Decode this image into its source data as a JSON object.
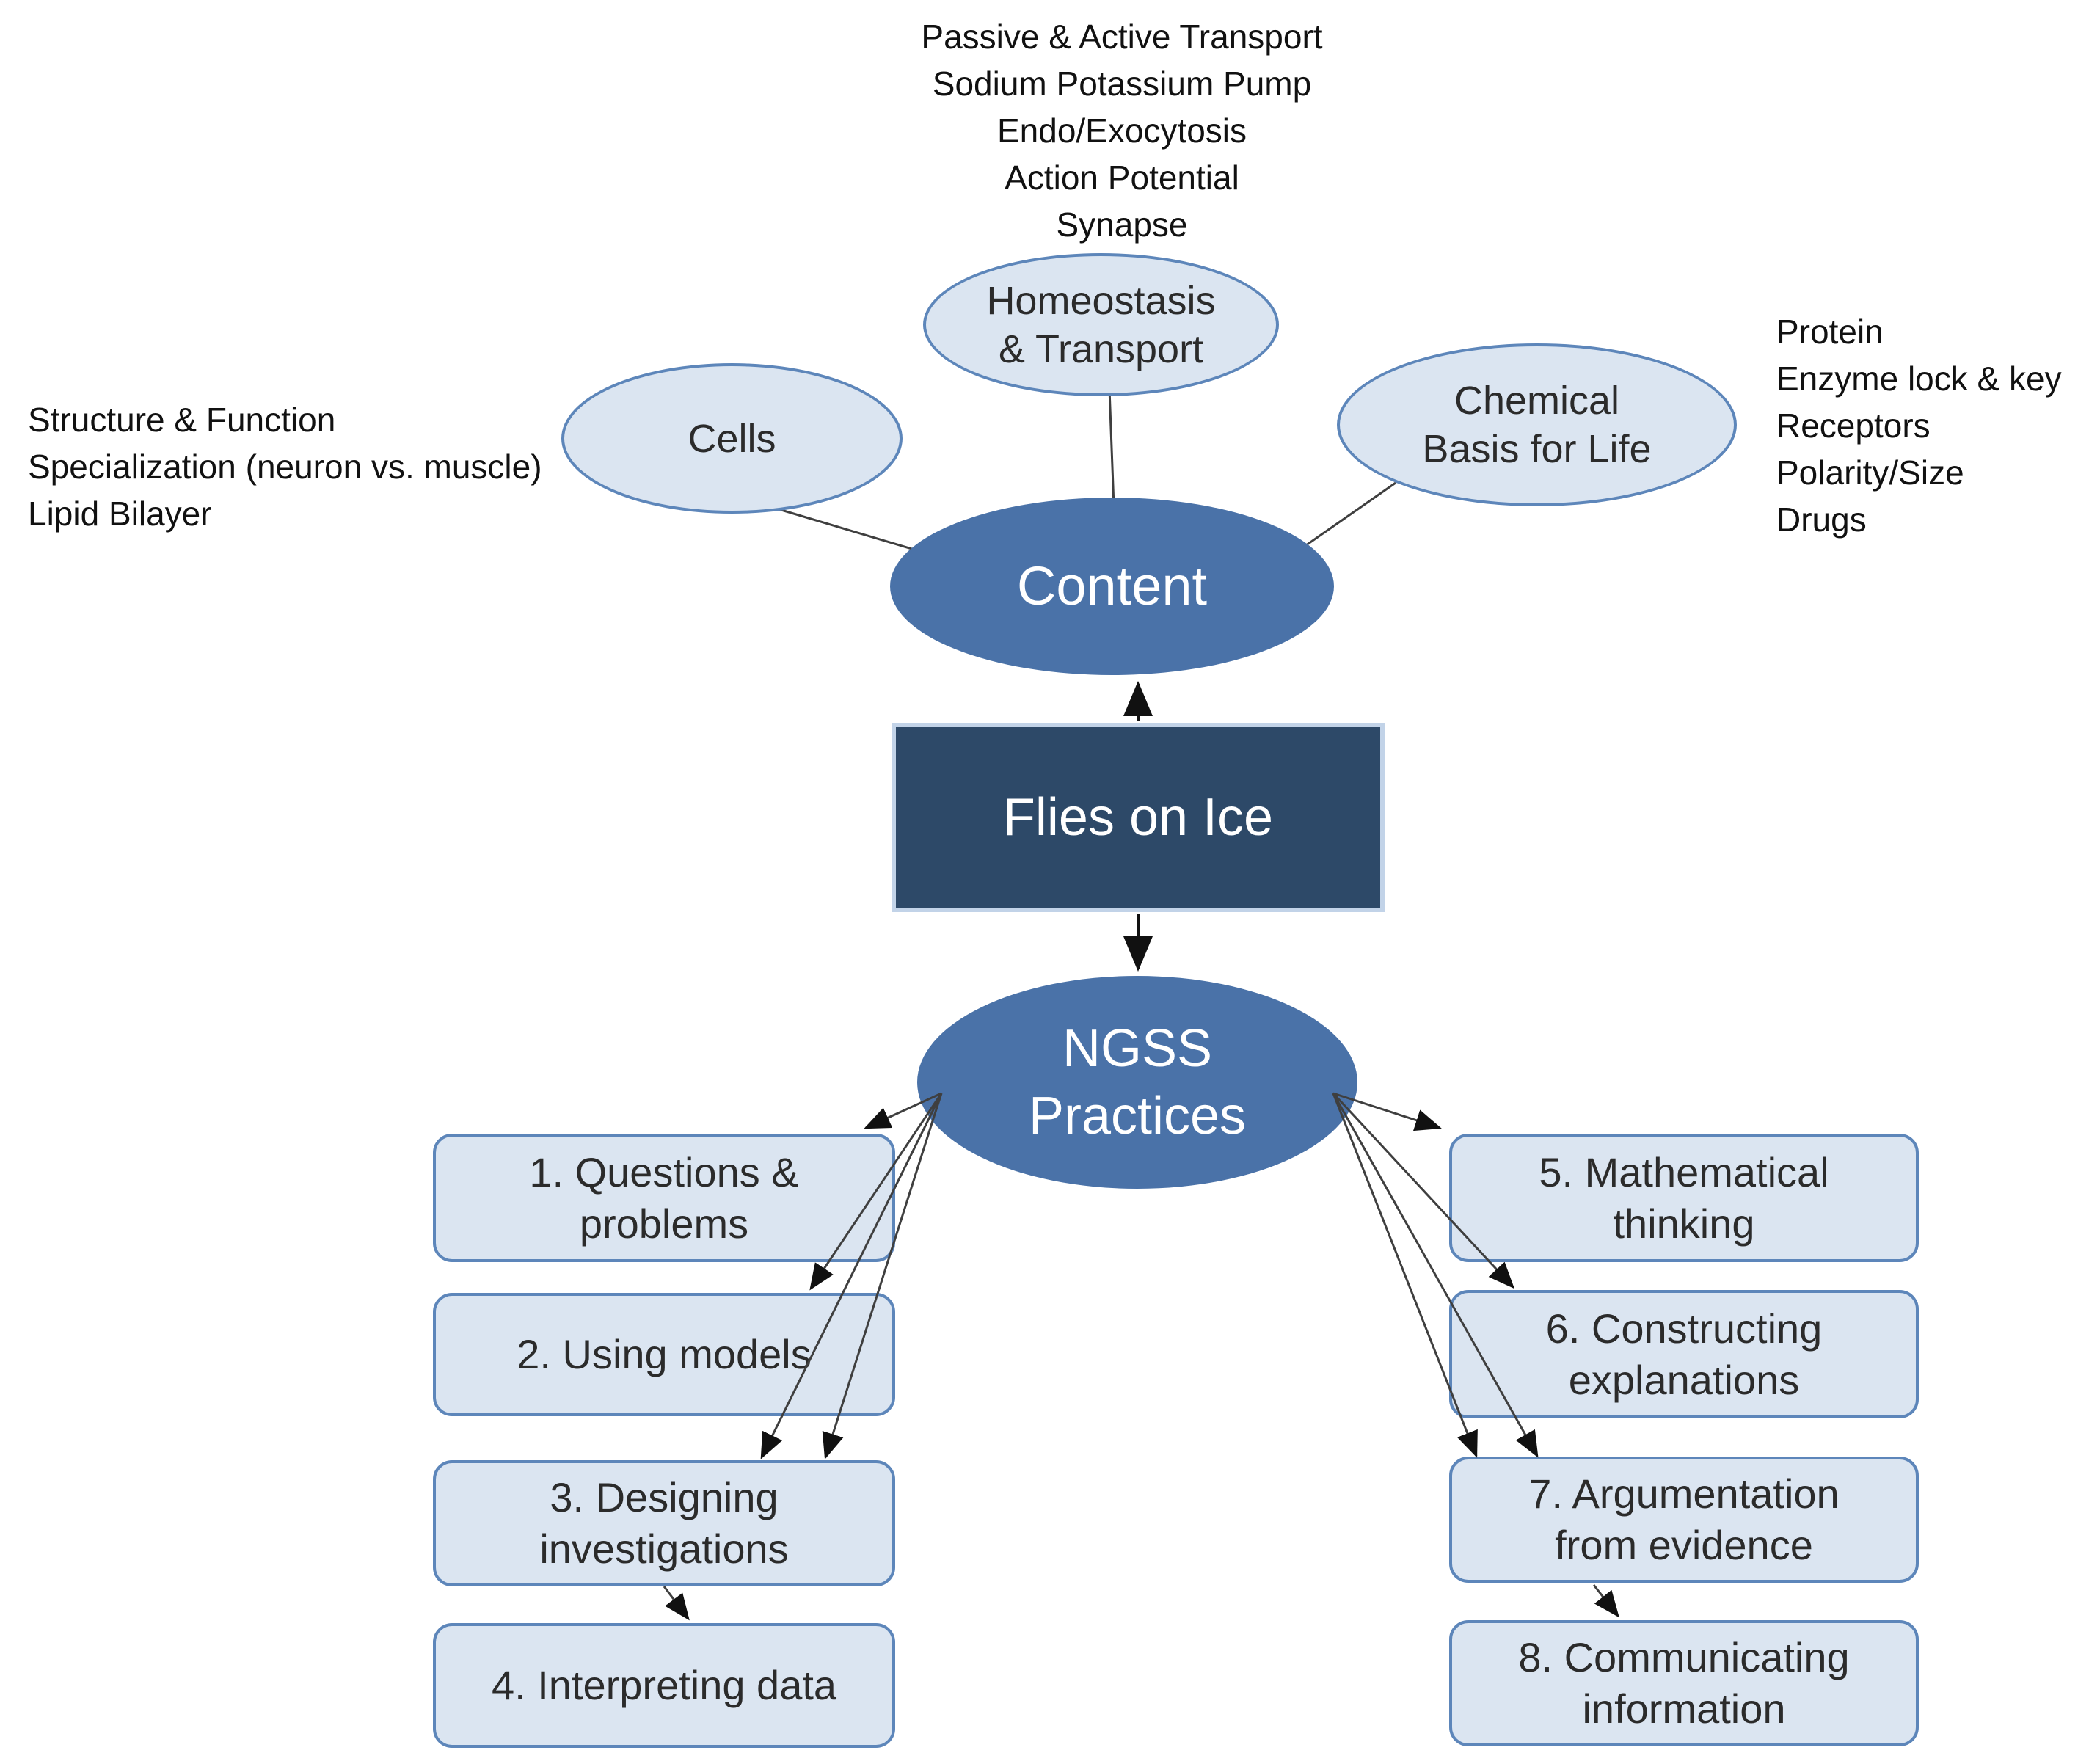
{
  "nodes": {
    "flies_on_ice": {
      "lines": [
        "Flies on Ice"
      ]
    },
    "content": {
      "lines": [
        "Content"
      ]
    },
    "ngss": {
      "lines": [
        "NGSS",
        "Practices"
      ]
    },
    "cells": {
      "lines": [
        "Cells"
      ]
    },
    "homeostasis": {
      "lines": [
        "Homeostasis",
        "& Transport"
      ]
    },
    "chemical": {
      "lines": [
        "Chemical",
        "Basis for Life"
      ]
    }
  },
  "annotations": {
    "transport_topics": [
      "Passive & Active Transport",
      "Sodium Potassium Pump",
      "Endo/Exocytosis",
      "Action Potential",
      "Synapse"
    ],
    "cells_topics": [
      "Structure & Function",
      "Specialization (neuron vs. muscle)",
      "Lipid Bilayer"
    ],
    "chemical_topics": [
      "Protein",
      "Enzyme lock & key",
      "Receptors",
      "Polarity/Size",
      "Drugs"
    ]
  },
  "practices": {
    "left": [
      {
        "lines": [
          "1. Questions &",
          "problems"
        ]
      },
      {
        "lines": [
          "2. Using models"
        ]
      },
      {
        "lines": [
          "3. Designing",
          "investigations"
        ]
      },
      {
        "lines": [
          "4. Interpreting data"
        ]
      }
    ],
    "right": [
      {
        "lines": [
          "5. Mathematical",
          "thinking"
        ]
      },
      {
        "lines": [
          "6. Constructing",
          "explanations"
        ]
      },
      {
        "lines": [
          "7. Argumentation",
          "from evidence"
        ]
      },
      {
        "lines": [
          "8. Communicating",
          "information"
        ]
      }
    ]
  },
  "colors": {
    "light_fill": "#dbe5f1",
    "light_border": "#5d86ba",
    "medium_blue": "#4a72a8",
    "dark_navy": "#2d4968",
    "dark_navy_border": "#c2d3e8",
    "connector_line": "#3f3f3f",
    "arrow": "#111111"
  }
}
